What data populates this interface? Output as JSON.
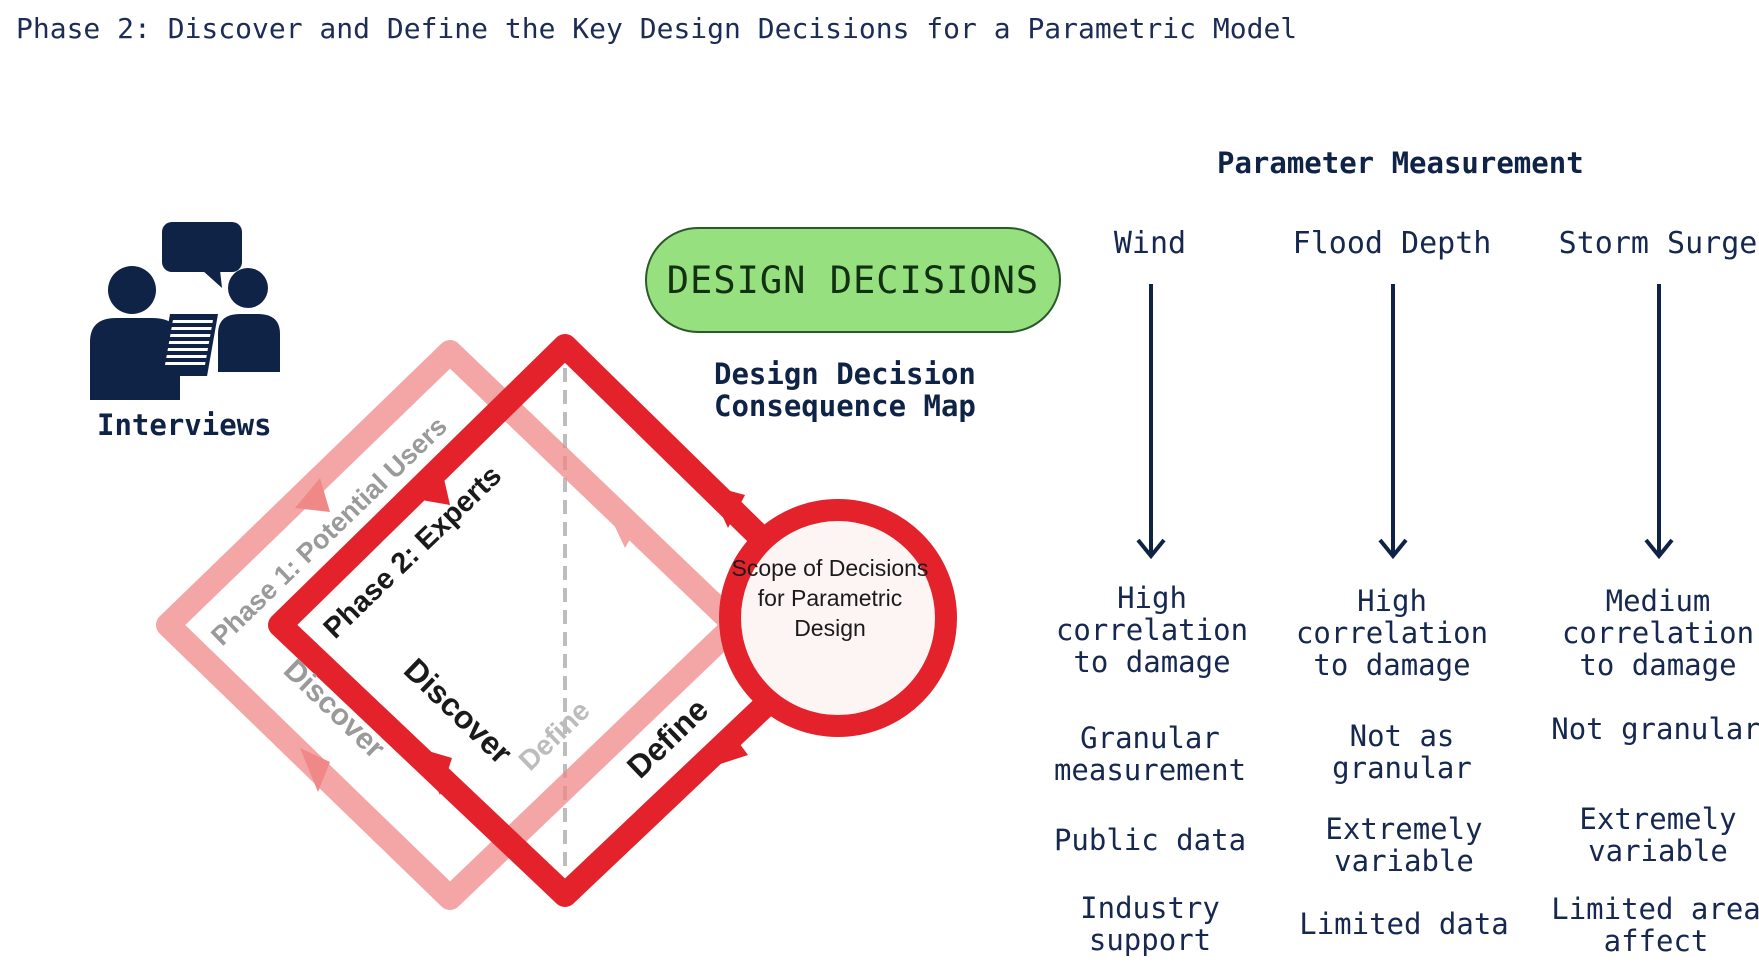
{
  "title": "Phase 2: Discover and Define the Key Design Decisions for a Parametric Model",
  "interviews": {
    "label": "Interviews",
    "icon": "interview-people-icon"
  },
  "design_decisions": {
    "label": "DESIGN DECISIONS",
    "color": "#97e07f"
  },
  "consequence_map": {
    "line1": "Design Decision",
    "line2": "Consequence Map"
  },
  "diamond": {
    "phase1_label": "Phase 1: Potential Users",
    "phase2_label": "Phase 2: Experts",
    "phase1_discover": "Discover",
    "phase1_define": "Define",
    "phase2_discover": "Discover",
    "phase2_define": "Define",
    "scope": "Scope of Decisions for Parametric Design",
    "phase1_color": "#f08888",
    "phase2_color": "#e3222c"
  },
  "parameter_measurement": {
    "title": "Parameter Measurement",
    "columns": [
      {
        "name": "Wind",
        "rows": [
          "High correlation to damage",
          "Granular measurement",
          "Public data",
          "Industry support"
        ]
      },
      {
        "name": "Flood Depth",
        "rows": [
          "High correlation to damage",
          "Not as granular",
          "Extremely variable",
          "Limited data"
        ]
      },
      {
        "name": "Storm Surge",
        "rows": [
          "Medium correlation to damage",
          "Not granular",
          "Extremely variable",
          "Limited area affect"
        ]
      }
    ]
  },
  "colors": {
    "navy": "#0f2347",
    "text": "#16284f"
  }
}
